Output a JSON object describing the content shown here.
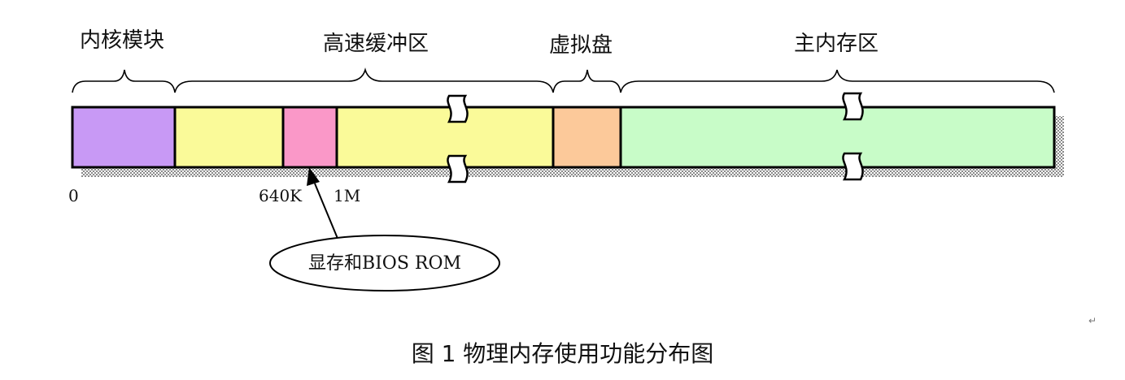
{
  "regions": {
    "kernel": {
      "label": "内核模块",
      "color": "#c899f5"
    },
    "buffer": {
      "label": "高速缓冲区",
      "color": "#fafa99"
    },
    "vram_bios": {
      "color": "#fa98c8"
    },
    "ramdisk": {
      "label": "虚拟盘",
      "color": "#fcc99a"
    },
    "main_memory": {
      "label": "主内存区",
      "color": "#c8fcc8"
    }
  },
  "addresses": {
    "zero": "0",
    "k640": "640K",
    "m1": "1M"
  },
  "callout": {
    "text": "显存和BIOS ROM"
  },
  "caption": "图 1  物理内存使用功能分布图",
  "paragraph_mark": "↵"
}
